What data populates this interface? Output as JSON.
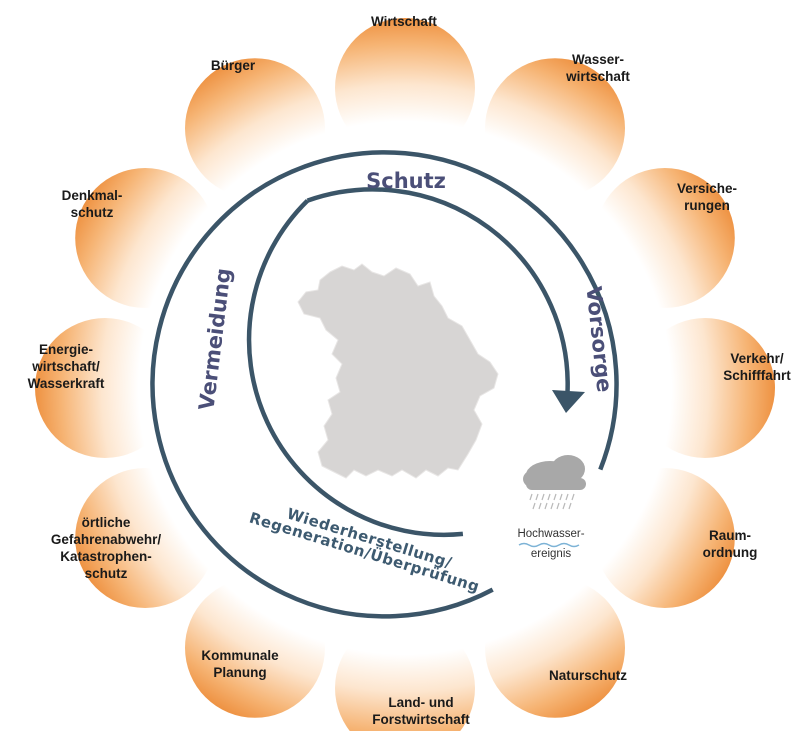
{
  "sectors": [
    {
      "id": "wirtschaft",
      "lines": [
        "Wirtschaft"
      ]
    },
    {
      "id": "wasserwirtschaft",
      "lines": [
        "Wasser-",
        "wirtschaft"
      ]
    },
    {
      "id": "versicherungen",
      "lines": [
        "Versiche-",
        "rungen"
      ]
    },
    {
      "id": "verkehr",
      "lines": [
        "Verkehr/",
        "Schifffahrt"
      ]
    },
    {
      "id": "raumordnung",
      "lines": [
        "Raum-",
        "ordnung"
      ]
    },
    {
      "id": "naturschutz",
      "lines": [
        "Naturschutz"
      ]
    },
    {
      "id": "land-forst",
      "lines": [
        "Land- und",
        "Forstwirtschaft"
      ]
    },
    {
      "id": "kommunale-planung",
      "lines": [
        "Kommunale",
        "Planung"
      ]
    },
    {
      "id": "gefahrenabwehr",
      "lines": [
        "örtliche",
        "Gefahrenabwehr/",
        "Katastrophen-",
        "schutz"
      ]
    },
    {
      "id": "energie",
      "lines": [
        "Energie-",
        "wirtschaft/",
        "Wasserkraft"
      ]
    },
    {
      "id": "denkmalschutz",
      "lines": [
        "Denkmal-",
        "schutz"
      ]
    },
    {
      "id": "buerger",
      "lines": [
        "Bürger"
      ]
    }
  ],
  "cycle": {
    "schutz": "Schutz",
    "vorsorge": "Vorsorge",
    "vermeidung": "Vermeidung",
    "wiederherstellung": "Wiederherstellung/",
    "regeneration": "Regeneration/Überprüfung"
  },
  "event": {
    "line1": "Hochwasser-",
    "line2": "ereignis"
  },
  "colors": {
    "ring": "#3b5568",
    "cycle_text": "#4b4f78",
    "petal_inner": "#ffffff",
    "petal_outer": "#ef9a48",
    "map_fill": "#d7d5d4",
    "cloud": "#a8a8a8"
  }
}
